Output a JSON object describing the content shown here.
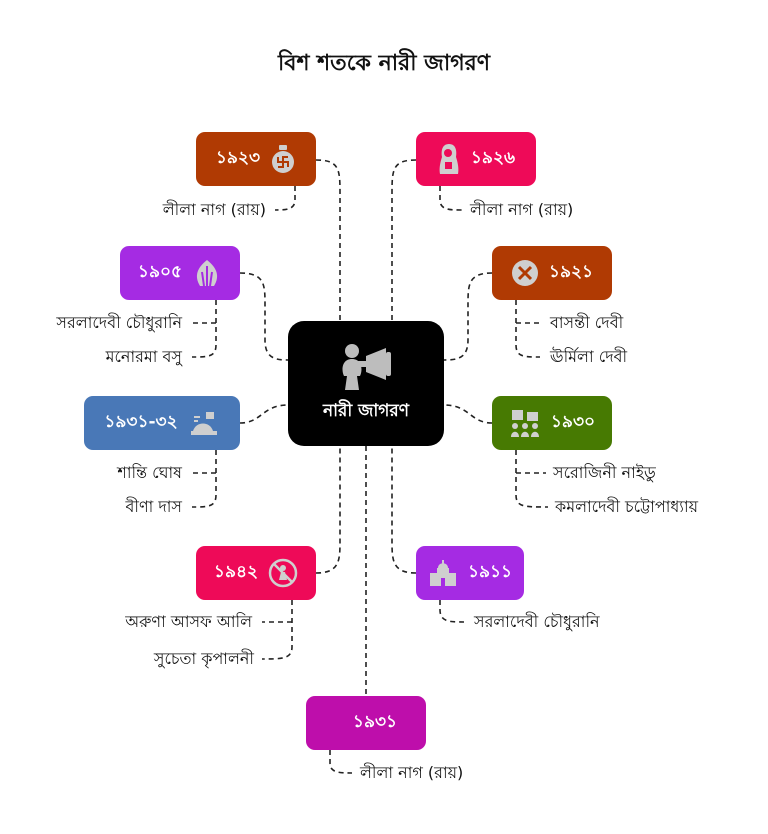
{
  "title": "বিশ শতকে নারী জাগরণ",
  "center": {
    "label": "নারী জাগরণ",
    "icon": "woman-megaphone-icon"
  },
  "colors": {
    "hub": "#000000",
    "connector": "#222222"
  },
  "nodes": [
    {
      "year": "১৯২৩",
      "color": "#B03A03",
      "icon": "swastik-symbol-icon",
      "names": [
        "লীলা নাগ (রায়)"
      ]
    },
    {
      "year": "১৯২৬",
      "color": "#EE0A58",
      "icon": "woman-silhouette-icon",
      "names": [
        "লীলা নাগ (রায়)"
      ]
    },
    {
      "year": "১৯০৫",
      "color": "#A52BE3",
      "icon": "lotus-leaf-icon",
      "names": [
        "সরলাদেবী চৌধুরানি",
        "মনোরমা বসু"
      ]
    },
    {
      "year": "১৯২১",
      "color": "#B03A03",
      "icon": "cross-circle-icon",
      "names": [
        "বাসন্তী দেবী",
        "ঊর্মিলা দেবী"
      ]
    },
    {
      "year": "১৯৩১-৩২",
      "color": "#4978B7",
      "icon": "salt-heap-icon",
      "names": [
        "শান্তি ঘোষ",
        "বীণা দাস"
      ]
    },
    {
      "year": "১৯৩০",
      "color": "#477A02",
      "icon": "protest-group-icon",
      "names": [
        "সরোজিনী নাইডু",
        "কমলাদেবী চট্টোপাধ্যায়"
      ]
    },
    {
      "year": "১৯৪২",
      "color": "#EE0A58",
      "icon": "no-entry-figure-icon",
      "names": [
        "অরুণা আসফ আলি",
        "সুচেতা কৃপালনী"
      ]
    },
    {
      "year": "১৯১১",
      "color": "#A52BE3",
      "icon": "building-icon",
      "names": [
        "সরলাদেবী চৌধুরানি"
      ]
    },
    {
      "year": "১৯৩১",
      "color": "#BE0EAB",
      "icon": "",
      "names": [
        "লীলা নাগ (রায়)"
      ]
    }
  ]
}
